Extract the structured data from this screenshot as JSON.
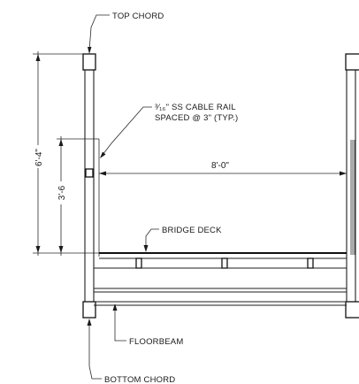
{
  "labels": {
    "top_chord": "TOP CHORD",
    "cable_rail_line1": "³⁄₁₆\" SS CABLE RAIL",
    "cable_rail_line2": "SPACED @ 3\" (TYP.)",
    "bridge_deck": "BRIDGE DECK",
    "floorbeam": "FLOORBEAM",
    "bottom_chord": "BOTTOM CHORD"
  },
  "dimensions": {
    "overall_height": "6'-4\"",
    "rail_height": "3'-6",
    "clear_width": "8'-0\""
  }
}
